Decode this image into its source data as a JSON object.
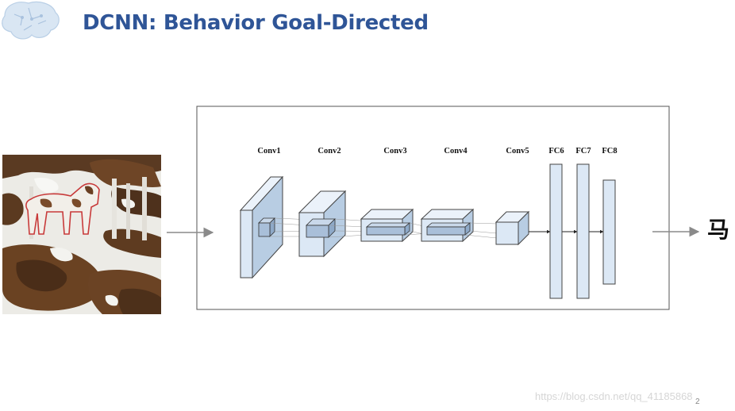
{
  "slide": {
    "title": "DCNN: Behavior Goal-Directed",
    "page_number": "2",
    "watermark": "https://blog.csdn.net/qq_41185868"
  },
  "diagram": {
    "layers": [
      {
        "label": "Conv1"
      },
      {
        "label": "Conv2"
      },
      {
        "label": "Conv3"
      },
      {
        "label": "Conv4"
      },
      {
        "label": "Conv5"
      },
      {
        "label": "FC6"
      },
      {
        "label": "FC7"
      },
      {
        "label": "FC8"
      }
    ],
    "output_label": "马"
  },
  "colors": {
    "title": "#2f5597",
    "box_front": "#dce8f5",
    "box_side": "#b8cde3",
    "box_top": "#ebf2fa",
    "stroke": "#444444"
  }
}
